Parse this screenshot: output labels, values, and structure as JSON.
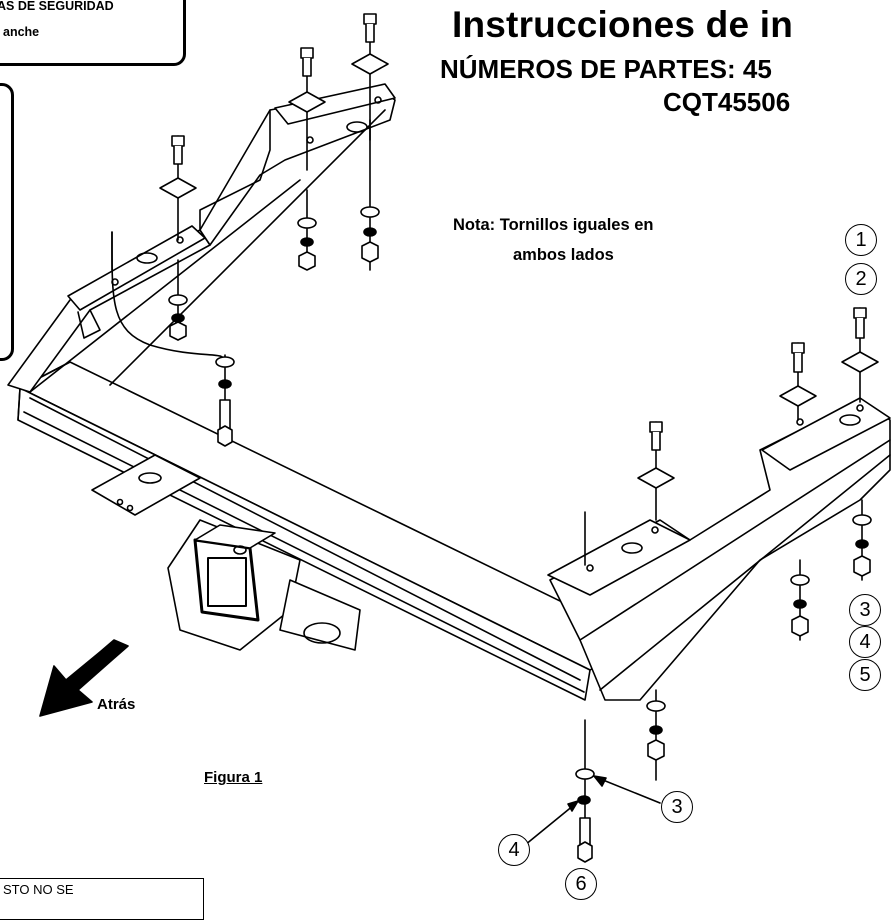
{
  "header": {
    "title": "Instrucciones de in",
    "part_numbers_line1": "NÚMEROS DE PARTES: 45",
    "part_numbers_line2": "CQT45506"
  },
  "safety_box": {
    "line1": "AS DE SEGURIDAD",
    "line2": "anche"
  },
  "bottom_box": {
    "text": "STO NO SE"
  },
  "note": {
    "line1": "Nota: Tornillos iguales en",
    "line2": "ambos lados"
  },
  "direction_label": "Atrás",
  "figure_caption": "Figura 1",
  "callouts": {
    "c1": "1",
    "c2": "2",
    "c3": "3",
    "c4": "4",
    "c5": "5",
    "c3b": "3",
    "c4b": "4",
    "c6": "6"
  }
}
